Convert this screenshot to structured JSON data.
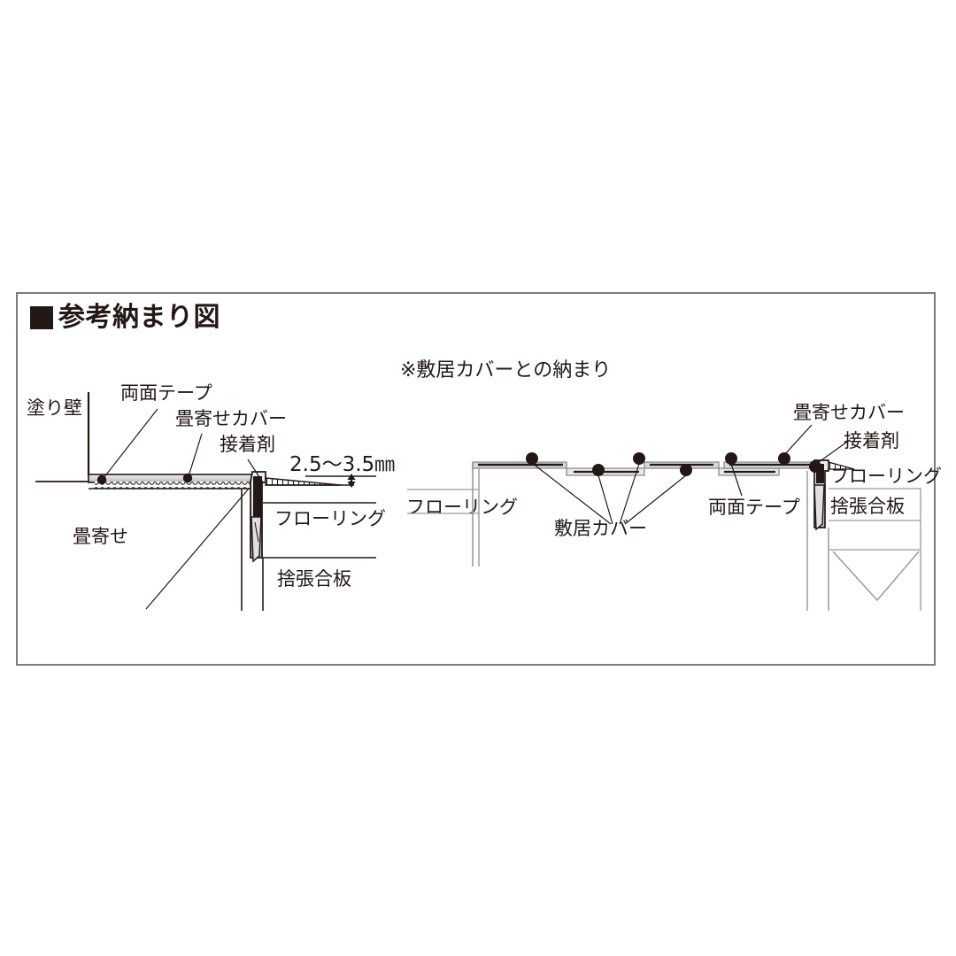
{
  "page": {
    "background_color": "#ffffff",
    "frame_border_color": "#7c7c7e",
    "ink_color": "#231815"
  },
  "header": {
    "bullet": "square-bullet",
    "title": "参考納まり図"
  },
  "left_diagram": {
    "name": "wall-to-flooring-detail",
    "labels": {
      "wall": "塗り壁",
      "double_sided_tape": "両面テープ",
      "tatami_edge_cover": "畳寄せカバー",
      "adhesive": "接着剤",
      "dimension": "2.5〜3.5㎜",
      "tatami_edge": "畳寄せ",
      "flooring": "フローリング",
      "subfloor_plywood": "捨張合板"
    }
  },
  "right_diagram": {
    "name": "threshold-cover-detail",
    "heading": "※敷居カバーとの納まり",
    "labels": {
      "flooring_left": "フローリング",
      "threshold_cover": "敷居カバー",
      "double_sided_tape": "両面テープ",
      "tatami_edge_cover": "畳寄せカバー",
      "adhesive": "接着剤",
      "flooring_right": "フローリング",
      "subfloor_plywood": "捨張合板"
    }
  }
}
